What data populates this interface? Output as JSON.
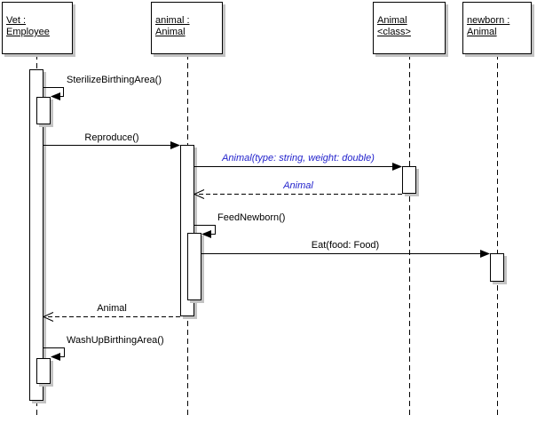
{
  "diagram_title": "",
  "colors": {
    "stroke": "#000000",
    "fill": "#ffffff",
    "shadow": "#c3c3c3",
    "message_accent_blue": "#2222cc"
  },
  "lifelines": [
    {
      "id": "vet",
      "name_line1": "Vet :",
      "name_line2": "Employee"
    },
    {
      "id": "animal",
      "name_line1": "animal :",
      "name_line2": "Animal"
    },
    {
      "id": "animal-class",
      "name_line1": "Animal",
      "name_line2": "<class>"
    },
    {
      "id": "newborn",
      "name_line1": "newborn :",
      "name_line2": "Animal"
    }
  ],
  "messages": [
    {
      "label": "SterilizeBirthingArea()",
      "type": "self-call",
      "from": "vet",
      "to": "vet",
      "line": "solid",
      "arrowhead": "filled"
    },
    {
      "label": "Reproduce()",
      "type": "call",
      "from": "vet",
      "to": "animal",
      "line": "solid",
      "arrowhead": "filled"
    },
    {
      "label": "Animal(type: string, weight: double)",
      "type": "call",
      "from": "animal",
      "to": "animal-class",
      "line": "solid",
      "arrowhead": "filled",
      "emphasis": "blue-italic"
    },
    {
      "label": "Animal",
      "type": "return",
      "from": "animal-class",
      "to": "animal",
      "line": "dashed",
      "arrowhead": "open",
      "emphasis": "blue-italic"
    },
    {
      "label": "FeedNewborn()",
      "type": "self-call",
      "from": "animal",
      "to": "animal",
      "line": "solid",
      "arrowhead": "filled"
    },
    {
      "label": "Eat(food: Food)",
      "type": "call",
      "from": "animal",
      "to": "newborn",
      "line": "solid",
      "arrowhead": "filled"
    },
    {
      "label": "Animal",
      "type": "return",
      "from": "animal",
      "to": "vet",
      "line": "dashed",
      "arrowhead": "open"
    },
    {
      "label": "WashUpBirthingArea()",
      "type": "self-call",
      "from": "vet",
      "to": "vet",
      "line": "solid",
      "arrowhead": "filled"
    }
  ]
}
